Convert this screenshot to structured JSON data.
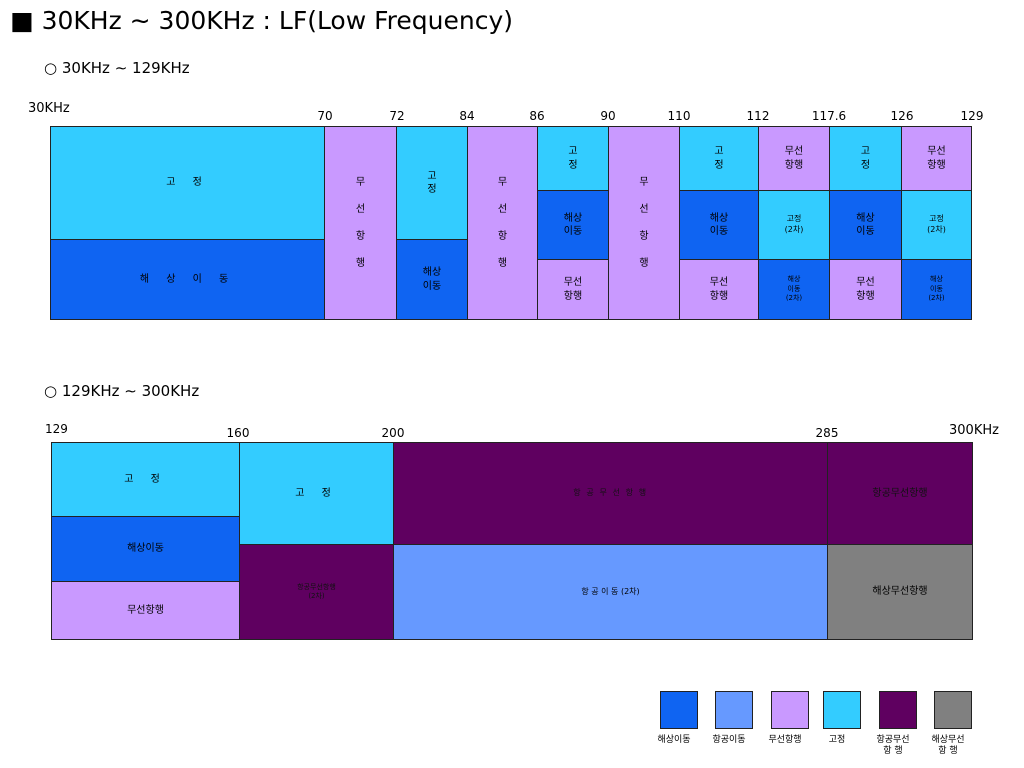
{
  "title": "■ 30KHz ∼ 300KHz : LF(Low Frequency)",
  "section1": {
    "subtitle": "○ 30KHz ∼ 129KHz",
    "start_label": "30KHz",
    "ticks": [
      "70",
      "72",
      "84",
      "86",
      "90",
      "110",
      "112",
      "117.6",
      "126",
      "129"
    ],
    "cells": {
      "fixed_30_70": "고     정",
      "mar_30_70": "해  상  이  동",
      "radionav_70_72": "무\n\n선\n\n항\n\n행",
      "fixed_72_84": "고\n정",
      "mar_72_84": "해상\n이동",
      "radionav_84_86": "무\n\n선\n\n항\n\n행",
      "fixed_86_90": "고\n정",
      "mar_86_90": "해상\n이동",
      "radionav_86_90": "무선\n항행",
      "radionav_90_110": "무\n\n선\n\n항\n\n행",
      "fixed_110_112": "고\n정",
      "mar_110_112": "해상\n이동",
      "radionav_110_112": "무선\n항행",
      "radionav_112_1176": "무선\n항행",
      "fixed2_112_1176": "고정\n(2차)",
      "mar2_112_1176": "해상\n이동\n(2차)",
      "fixed_1176_126": "고\n정",
      "mar_1176_126": "해상\n이동",
      "radionav_1176_126": "무선\n항행",
      "radionav_126_129": "무선\n항행",
      "fixed2_126_129": "고정\n(2차)",
      "mar2_126_129": "해상\n이동\n(2차)"
    }
  },
  "section2": {
    "subtitle": "○ 129KHz ∼ 300KHz",
    "start_label": "129",
    "ticks": [
      "160",
      "200",
      "285"
    ],
    "end_label": "300KHz",
    "cells": {
      "fixed_129_160": "고     정",
      "mar_129_160": "해상이동",
      "radionav_129_160": "무선항행",
      "fixed_160_200": "고     정",
      "aeronav2_160_200": "항공무선항행\n(2차)",
      "aeronav_200_285": "항  공  무  선  항  행",
      "aeromob2_200_285": "항    공    이    동    (2차)",
      "aeronav_285_300": "항공무선항행",
      "marnav_285_300": "해상무선항행"
    }
  },
  "legend": [
    {
      "label": "해상이동",
      "color": "#0f64f2"
    },
    {
      "label": "항공이동",
      "color": "#6699ff"
    },
    {
      "label": "무선항행",
      "color": "#c999ff"
    },
    {
      "label": "고정",
      "color": "#33ccff"
    },
    {
      "label": "항공무선\n항    행",
      "color": "#5f0060"
    },
    {
      "label": "해상무선\n항    행",
      "color": "#808080"
    }
  ]
}
